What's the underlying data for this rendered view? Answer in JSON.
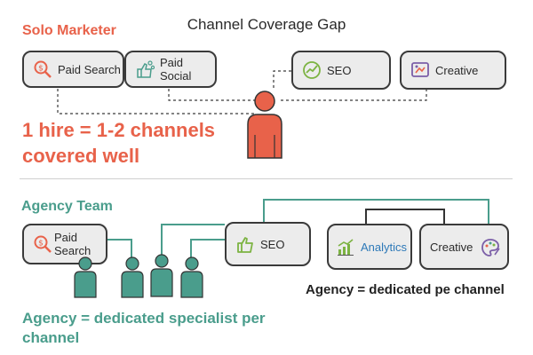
{
  "title": "Channel Coverage Gap",
  "solo": {
    "heading": "Solo Marketer",
    "channels": [
      {
        "label": "Paid Search",
        "icon": "search-money-icon"
      },
      {
        "label": "Paid Social",
        "icon": "social-network-icon"
      },
      {
        "label": "SEO",
        "icon": "seo-chart-icon"
      },
      {
        "label": "Creative",
        "icon": "creative-palette-icon"
      }
    ],
    "tagline": [
      "1 hire = 1-2 channels",
      "covered well"
    ],
    "colors": {
      "accent": "#e8624a"
    }
  },
  "agency": {
    "heading": "Agency Team",
    "channels": [
      {
        "label": "Paid Search",
        "icon": "search-money-icon"
      },
      {
        "label": "SEO",
        "icon": "thumbs-up-icon"
      },
      {
        "label": "Analytics",
        "icon": "analytics-chart-icon"
      },
      {
        "label": "Creative",
        "icon": "palette-icon"
      }
    ],
    "note": "Agency = dedicated pe channel",
    "tagline": "Agency = dedicated specialist per channel",
    "colors": {
      "accent": "#4a9d8c"
    }
  }
}
